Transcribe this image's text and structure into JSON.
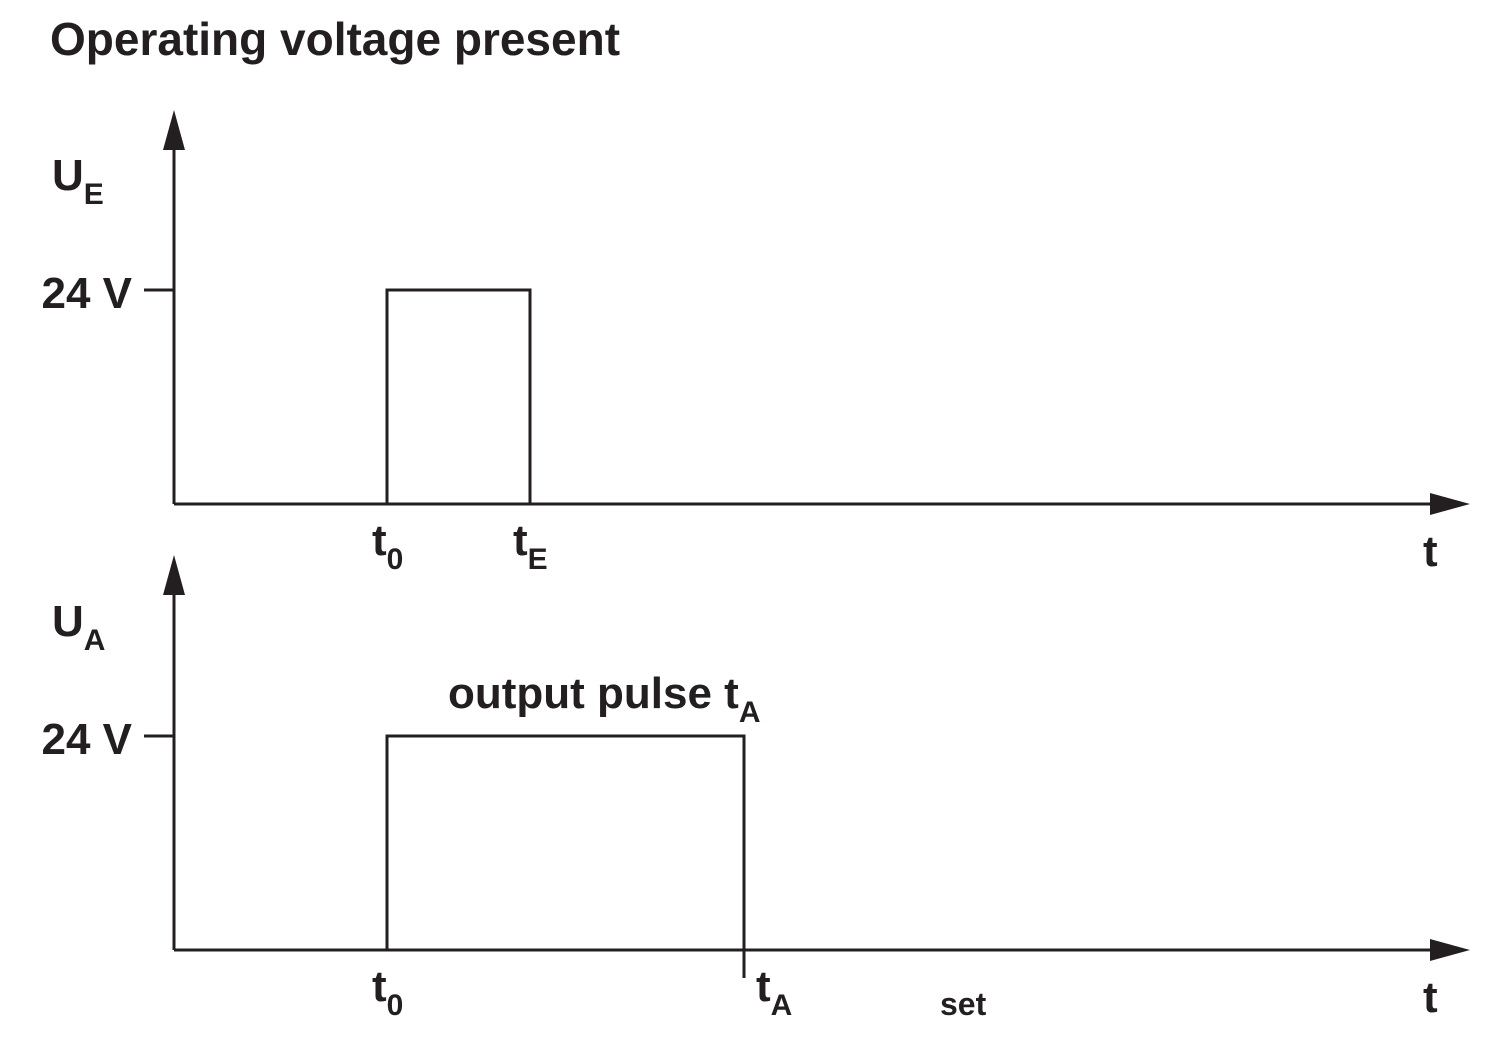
{
  "title": "Operating voltage present",
  "top": {
    "y_axis": {
      "main": "U",
      "sub": "E"
    },
    "level": "24 V",
    "t0": {
      "main": "t",
      "sub": "0"
    },
    "tE": {
      "main": "t",
      "sub": "E"
    },
    "x_axis": "t"
  },
  "bottom": {
    "y_axis": {
      "main": "U",
      "sub": "A"
    },
    "level": "24 V",
    "pulse_label": {
      "main": "output pulse t",
      "sub": "A"
    },
    "t0": {
      "main": "t",
      "sub": "0"
    },
    "tA": {
      "main": "t",
      "sub": "A"
    },
    "set_label": "set",
    "x_axis": "t"
  }
}
